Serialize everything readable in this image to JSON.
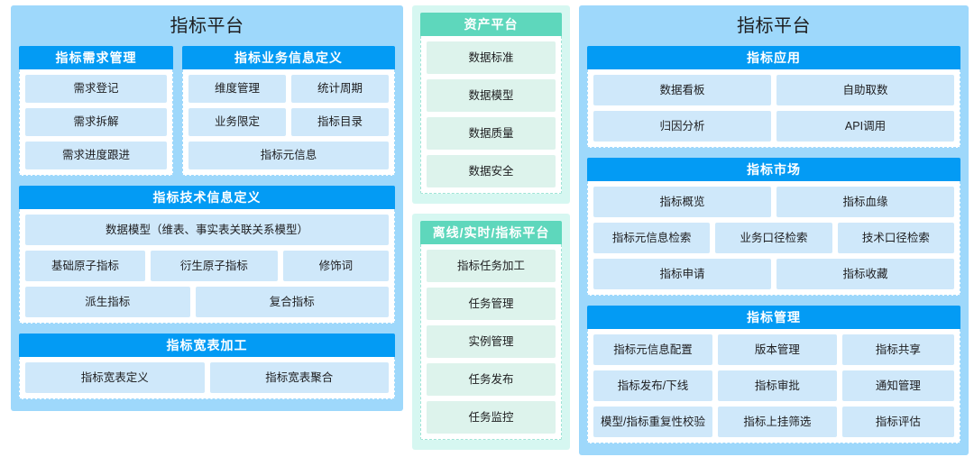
{
  "left_panel": {
    "title": "指标平台",
    "cards": [
      {
        "header": "指标需求管理",
        "rows": [
          [
            "需求登记"
          ],
          [
            "需求拆解"
          ],
          [
            "需求进度跟进"
          ]
        ]
      },
      {
        "header": "指标业务信息定义",
        "rows": [
          [
            "维度管理",
            "统计周期"
          ],
          [
            "业务限定",
            "指标目录"
          ],
          [
            "指标元信息"
          ]
        ]
      },
      {
        "header": "指标技术信息定义",
        "rows": [
          [
            "数据模型（维表、事实表关联关系模型）"
          ],
          [
            "基础原子指标",
            "衍生原子指标",
            "修饰词"
          ],
          [
            "派生指标",
            "复合指标"
          ]
        ]
      },
      {
        "header": "指标宽表加工",
        "rows": [
          [
            "指标宽表定义",
            "指标宽表聚合"
          ]
        ]
      }
    ]
  },
  "mid_panel": {
    "cards": [
      {
        "header": "资产平台",
        "rows": [
          [
            "数据标准"
          ],
          [
            "数据模型"
          ],
          [
            "数据质量"
          ],
          [
            "数据安全"
          ]
        ]
      },
      {
        "header": "离线/实时/指标平台",
        "rows": [
          [
            "指标任务加工"
          ],
          [
            "任务管理"
          ],
          [
            "实例管理"
          ],
          [
            "任务发布"
          ],
          [
            "任务监控"
          ]
        ]
      }
    ]
  },
  "right_panel": {
    "title": "指标平台",
    "cards": [
      {
        "header": "指标应用",
        "rows": [
          [
            "数据看板",
            "自助取数"
          ],
          [
            "归因分析",
            "API调用"
          ]
        ]
      },
      {
        "header": "指标市场",
        "rows": [
          [
            "指标概览",
            "指标血缘"
          ],
          [
            "指标元信息检索",
            "业务口径检索",
            "技术口径检索"
          ],
          [
            "指标申请",
            "指标收藏"
          ]
        ]
      },
      {
        "header": "指标管理",
        "rows": [
          [
            "指标元信息配置",
            "版本管理",
            "指标共享"
          ],
          [
            "指标发布/下线",
            "指标审批",
            "通知管理"
          ],
          [
            "模型/指标重复性校验",
            "指标上挂筛选",
            "指标评估"
          ]
        ]
      }
    ]
  },
  "colors": {
    "panel_blue": "#9ed8fb",
    "panel_mint": "#d6f7f1",
    "header_blue": "#039bf4",
    "header_teal": "#5ed7bc",
    "cell_blue": "#cfe8fa",
    "cell_mint": "#ddf3ec",
    "text": "#1d1d1f"
  }
}
